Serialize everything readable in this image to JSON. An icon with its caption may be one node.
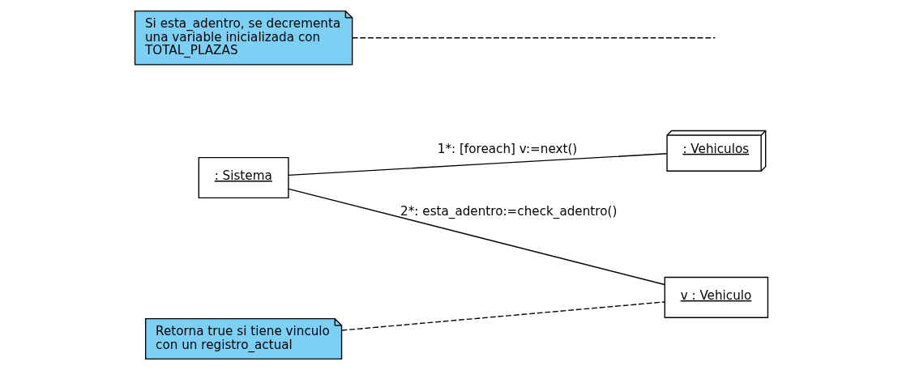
{
  "diagram": {
    "nodes": [
      {
        "text": [
          ": Sistema"
        ]
      },
      {
        "text": [
          ": Vehiculos"
        ]
      },
      {
        "text": [
          "Retorna true si tiene vinculo con un registro_actual"
        ]
      },
      {
        "text": [
          "v : Vehiculo"
        ]
      },
      {
        "text": [
          "Si esta_adentro, se decrementa una variable inicializada con TOTAL_PLAZAS"
        ]
      }
    ],
    "edges": [
      {
        "from": 0,
        "to": 1,
        "arrow": "none",
        "label": "1*: [foreach] v:=next()"
      },
      {
        "from": 0,
        "to": 3,
        "arrow": "none",
        "label": "2*: esta_adentro:=check_adentro()"
      },
      {
        "from": 2,
        "to": 3,
        "arrow": "none",
        "style": "dashed"
      },
      {
        "from": 4,
        "to": null,
        "arrow": "none",
        "style": "dashed"
      }
    ]
  }
}
